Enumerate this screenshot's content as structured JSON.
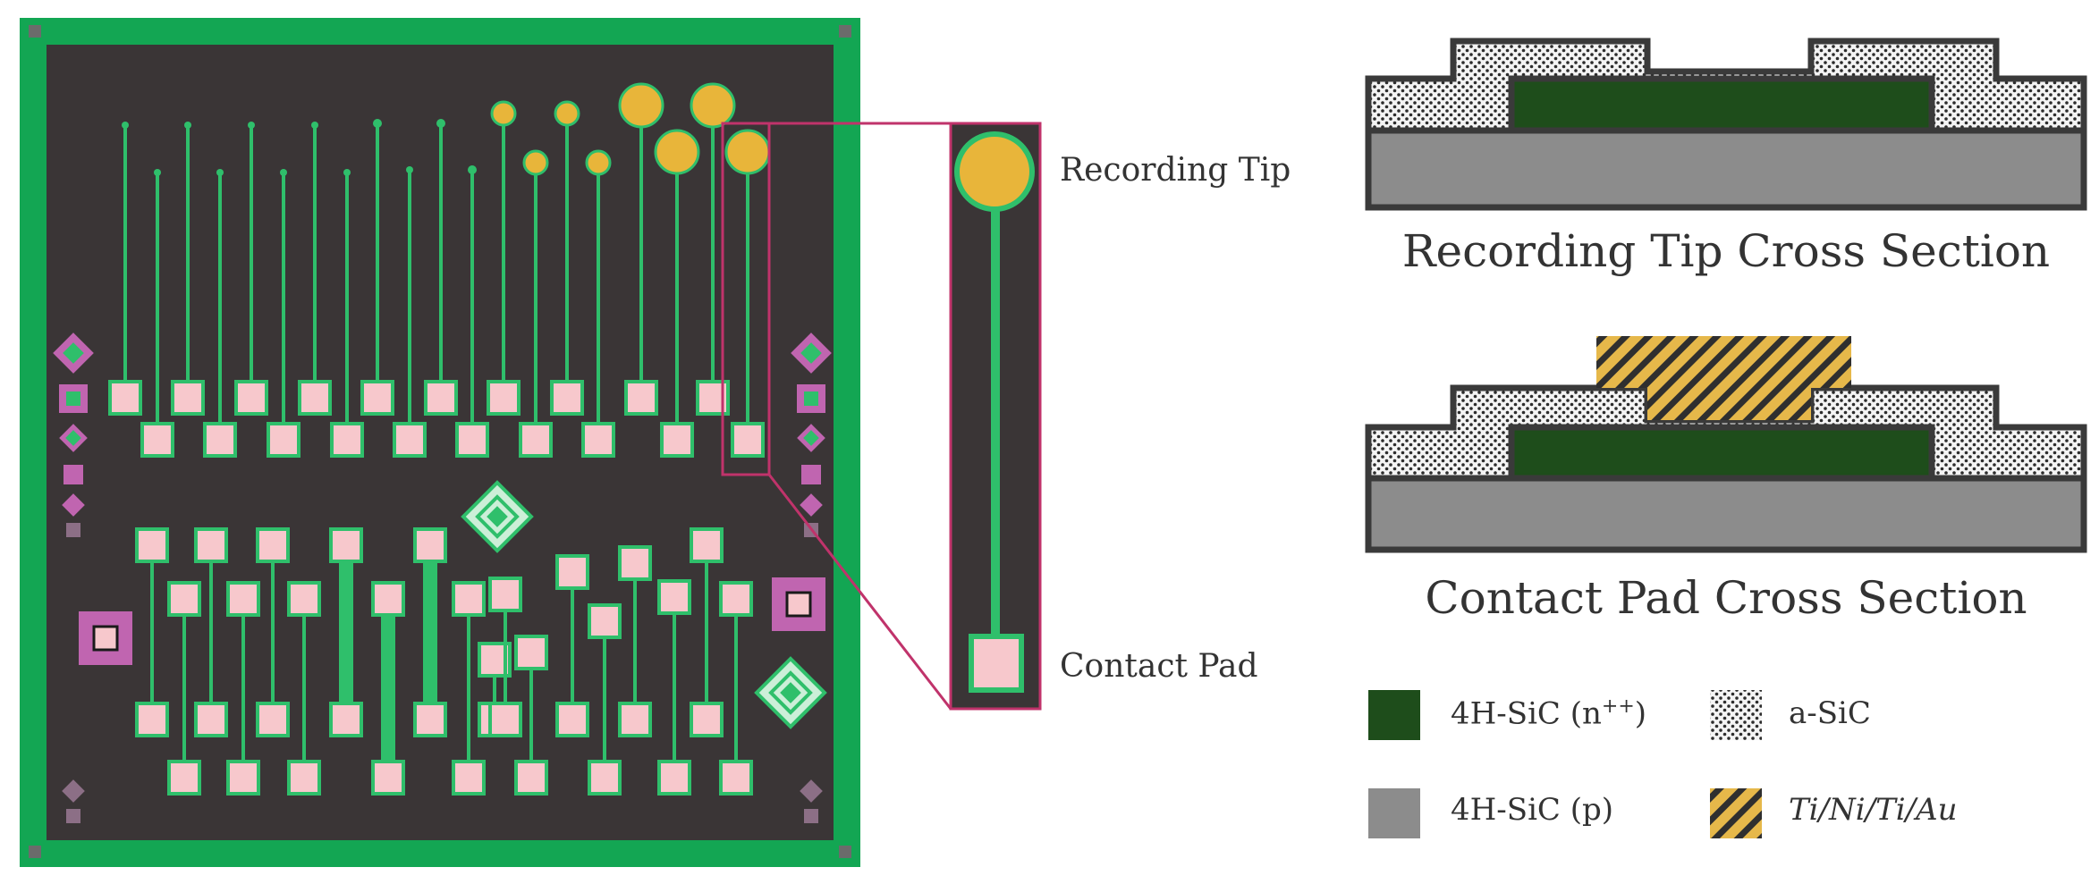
{
  "callouts": {
    "recording_tip": "Recording Tip",
    "contact_pad": "Contact Pad"
  },
  "captions": {
    "recording_tip_section": "Recording Tip Cross Section",
    "contact_pad_section": "Contact Pad Cross Section"
  },
  "legend": {
    "n_doped": {
      "label": "4H-SiC (n",
      "superscript": "++",
      "suffix": ")",
      "color": "#1e4d1b"
    },
    "a_sic": {
      "label": "a-SiC",
      "color": "#f0f0f0"
    },
    "p_type": {
      "label": "4H-SiC (p)",
      "color": "#8c8c8c"
    },
    "metal": {
      "label": "Ti/Ni/Ti/Au",
      "color": "#e6b84a"
    }
  },
  "colors": {
    "chip_background": "#3a3536",
    "chip_border": "#13a653",
    "trace": "#2fbf6b",
    "pad_fill": "#f7c8cc",
    "tip_fill": "#e8b53a",
    "zoom_outline": "#c0336b",
    "marker": "#c065b0",
    "outline_dark": "#3a3a3a"
  }
}
